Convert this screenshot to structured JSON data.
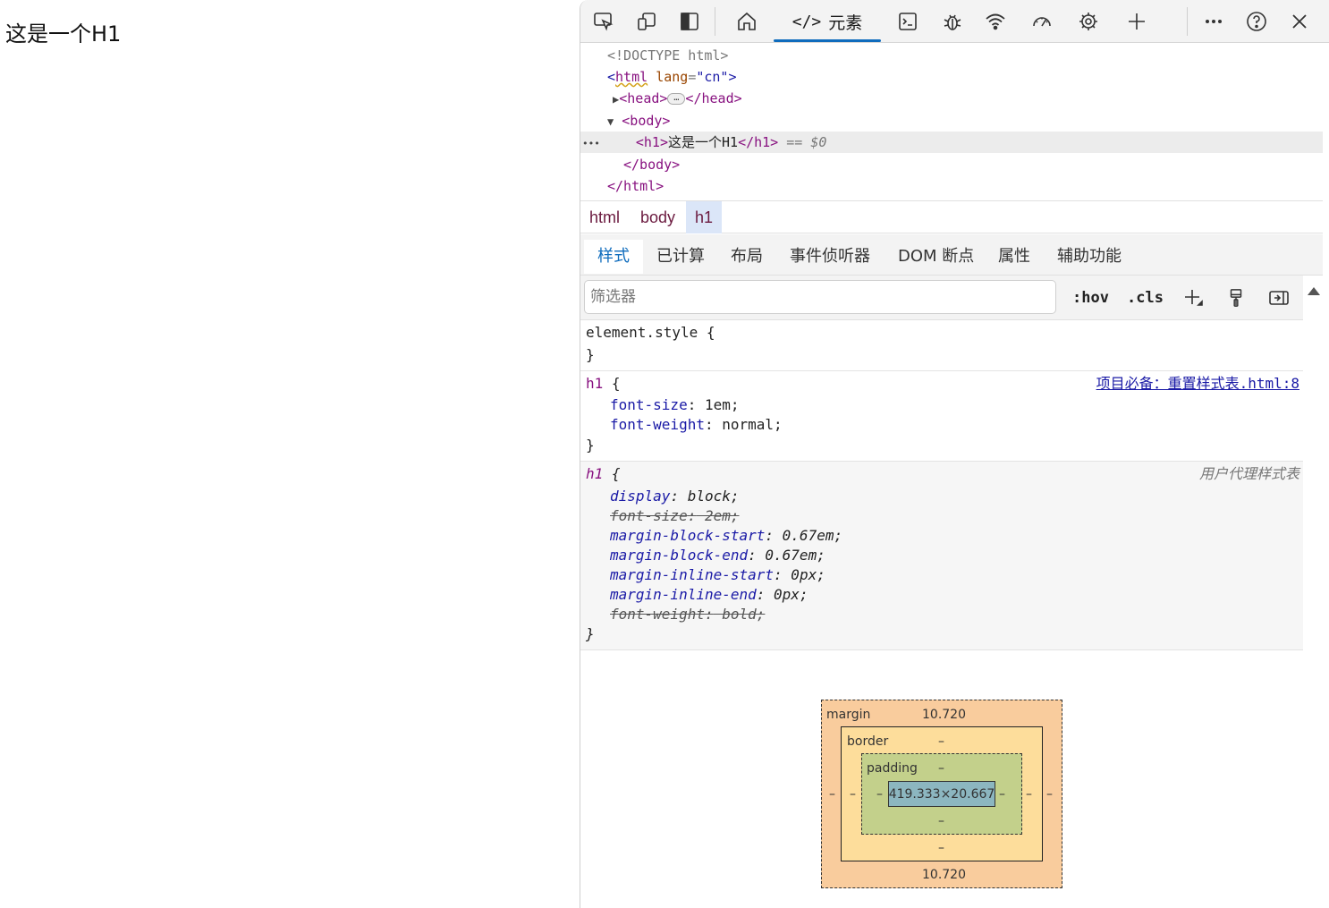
{
  "page": {
    "h1_text": "这是一个H1"
  },
  "toolbar": {
    "elements_tab_label": "元素",
    "elements_tab_code": "</>"
  },
  "dom": {
    "doctype": "<!DOCTYPE html>",
    "html_open_tag": "<html",
    "html_attr_name": "lang",
    "html_attr_value": "\"cn\"",
    "html_open_close": ">",
    "head_open": "<head>",
    "head_close": "</head>",
    "body_open": "<body>",
    "h1_open": "<h1>",
    "h1_text": "这是一个H1",
    "h1_close": "</h1>",
    "h1_suffix": " == $0",
    "body_close": "</body>",
    "html_close": "</html>",
    "ellipsis": "•••",
    "collapsed_dots": "…"
  },
  "breadcrumb": [
    "html",
    "body",
    "h1"
  ],
  "panel_tabs": [
    "样式",
    "已计算",
    "布局",
    "事件侦听器",
    "DOM 断点",
    "属性",
    "辅助功能"
  ],
  "filter": {
    "placeholder": "筛选器",
    "hov": ":hov",
    "cls": ".cls"
  },
  "styles": {
    "element_style": "element.style {",
    "close": "}",
    "rule1": {
      "selector": "h1",
      "brace": " {",
      "source": "项目必备：重置样式表.html:8",
      "decls": [
        {
          "prop": "font-size",
          "value": " 1em;"
        },
        {
          "prop": "font-weight",
          "value": " normal;"
        }
      ]
    },
    "rule2": {
      "selector": "h1",
      "brace": " {",
      "source": "用户代理样式表",
      "decls": [
        {
          "prop": "display",
          "value": " block;"
        },
        {
          "prop": "font-size",
          "value": " 2em;"
        },
        {
          "prop": "margin-block-start",
          "value": " 0.67em;"
        },
        {
          "prop": "margin-block-end",
          "value": " 0.67em;"
        },
        {
          "prop": "margin-inline-start",
          "value": " 0px;"
        },
        {
          "prop": "margin-inline-end",
          "value": " 0px;"
        },
        {
          "prop": "font-weight",
          "value": " bold;"
        }
      ]
    }
  },
  "box_model": {
    "margin_label": "margin",
    "margin_top": "10.720",
    "margin_bottom": "10.720",
    "margin_left": "–",
    "margin_right": "–",
    "border_label": "border",
    "border_top": "–",
    "border_bottom": "–",
    "border_left": "–",
    "border_right": "–",
    "padding_label": "padding",
    "padding_top": "–",
    "padding_bottom": "–",
    "padding_left": "–",
    "padding_right": "–",
    "content": "419.333×20.667"
  },
  "colors": {
    "accent": "#0f6cbd",
    "tag": "#881280",
    "margin": "#f9cc9d",
    "border": "#fddd9b",
    "padding": "#c3d08b",
    "content": "#8cb6c0"
  }
}
